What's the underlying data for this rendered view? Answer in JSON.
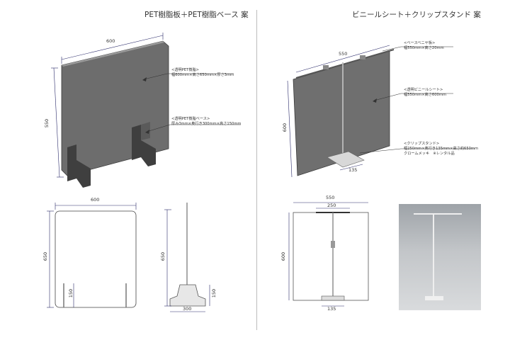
{
  "titles": {
    "left": "PET樹脂板＋PET樹脂ベース 案",
    "right": "ビニールシート＋クリップスタンド 案"
  },
  "left": {
    "iso": {
      "width_label": "600",
      "height_label": "550",
      "callout_panel": {
        "line1": "<透明PET樹脂>",
        "line2": "幅600mm×高さ650mm×厚さ3mm"
      },
      "callout_base": {
        "line1": "<透明PET樹脂ベース>",
        "line2": "厚み3mm×奥行き300mm×高さ150mm"
      }
    },
    "front": {
      "width_label": "600",
      "height_label": "650",
      "foot_label": "150"
    },
    "side": {
      "height_label": "650",
      "foot_h_label": "150",
      "depth_label": "300"
    }
  },
  "right": {
    "iso": {
      "width_label": "550",
      "height_label": "600",
      "foot_label": "135",
      "callout_base_veneer": {
        "line1": "<ベースベニヤ板>",
        "line2": "幅550mm×高さ20mm"
      },
      "callout_sheet": {
        "line1": "<透明ビニールシート>",
        "line2": "幅550mm×高さ600mm"
      },
      "callout_stand": {
        "line1": "<クリップスタンド>",
        "line2": "幅250mm×奥行き135mm×高さ約650mm",
        "line3": "クロームメッキ　※レンタル品"
      }
    },
    "front": {
      "width_label": "550",
      "bar_label": "250",
      "height_label": "600",
      "foot_label": "135"
    }
  },
  "colors": {
    "panel": "#6c6c6c",
    "line": "#333333",
    "dim": "#2a2a6a",
    "divider": "#bdbdbd"
  }
}
